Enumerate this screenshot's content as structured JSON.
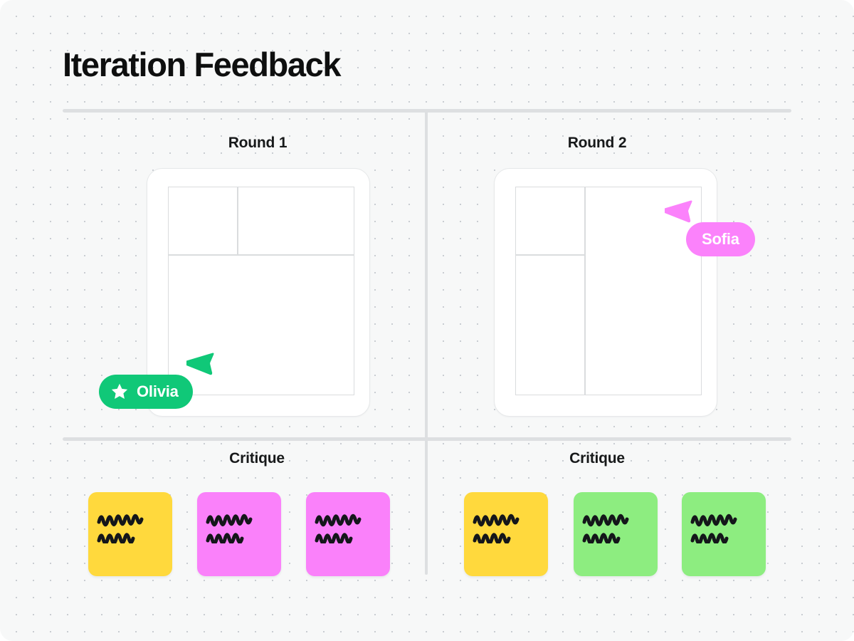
{
  "board": {
    "title": "Iteration Feedback",
    "background_color": "#f7f8f8",
    "grid_dot_color": "#c9cdd2",
    "divider_color": "#dddfe1"
  },
  "columns": [
    {
      "id": "round-1",
      "heading": "Round 1",
      "critique_heading": "Critique",
      "wireframe": {
        "layout": "top-split-two-boxes-over-wide-area",
        "border_color": "#dadcde"
      },
      "notes": [
        {
          "label": "sticky-note",
          "color": "#ffd93d",
          "lines": 2
        },
        {
          "label": "sticky-note",
          "color": "#fa81fa",
          "lines": 2
        },
        {
          "label": "sticky-note",
          "color": "#fa81fa",
          "lines": 2
        }
      ]
    },
    {
      "id": "round-2",
      "heading": "Round 2",
      "critique_heading": "Critique",
      "wireframe": {
        "layout": "left-column-split-over-right-tall-panel",
        "border_color": "#dadcde"
      },
      "notes": [
        {
          "label": "sticky-note",
          "color": "#ffd93d",
          "lines": 2
        },
        {
          "label": "sticky-note",
          "color": "#8ded80",
          "lines": 2
        },
        {
          "label": "sticky-note",
          "color": "#8ded80",
          "lines": 2
        }
      ]
    }
  ],
  "cursors": [
    {
      "name": "Olivia",
      "color": "#10c878",
      "has_star_badge": true,
      "star_icon": "star-icon",
      "attached_to": "round-1"
    },
    {
      "name": "Sofia",
      "color": "#fb82fb",
      "has_star_badge": false,
      "star_icon": null,
      "attached_to": "round-2"
    }
  ]
}
